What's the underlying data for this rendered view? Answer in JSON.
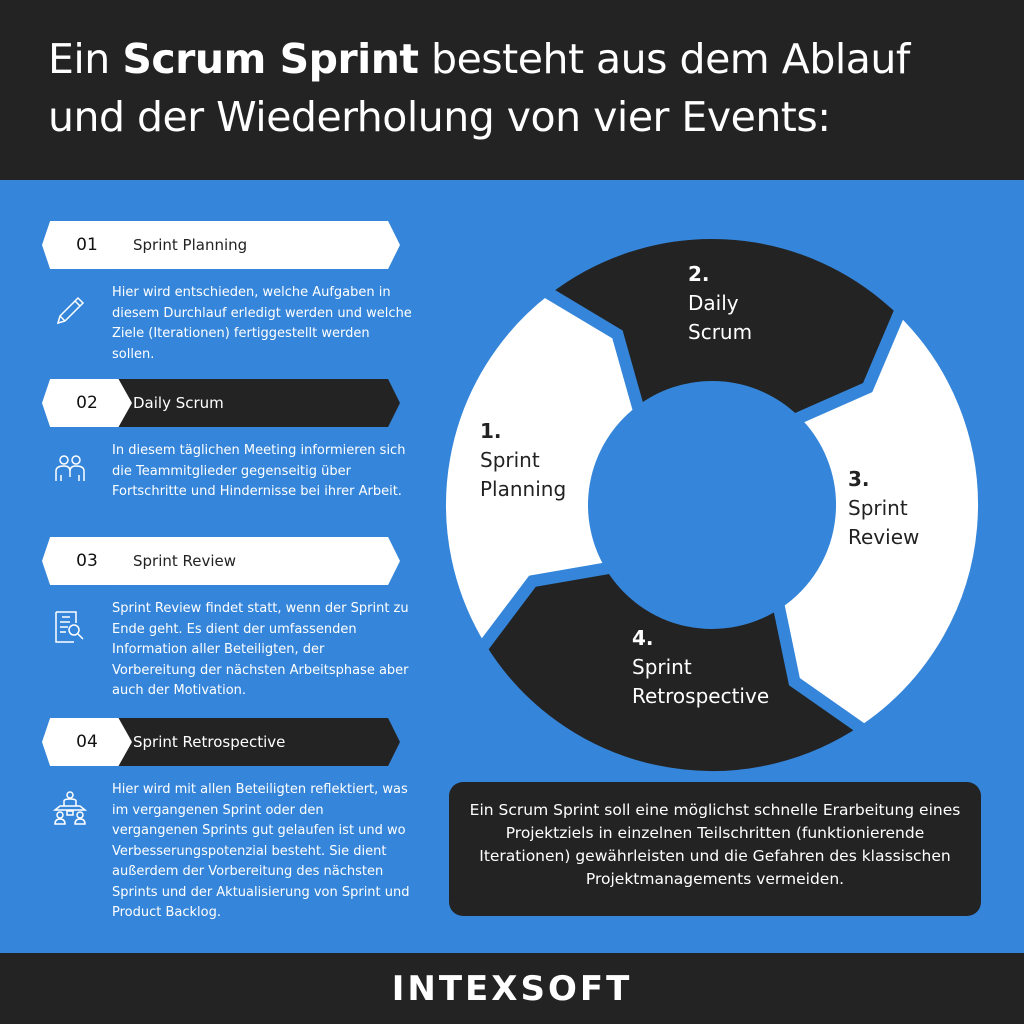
{
  "header": {
    "title_pre": "Ein ",
    "title_bold": "Scrum Sprint",
    "title_post": " besteht aus dem Ablauf",
    "title_line2": "und der Wiederholung von vier Events:"
  },
  "steps": [
    {
      "number": "01",
      "title": "Sprint Planning",
      "icon": "pencil-icon",
      "description": "Hier wird entschieden, welche Aufgaben in diesem Durchlauf erledigt werden und welche Ziele (Iterationen) fertiggestellt werden sollen."
    },
    {
      "number": "02",
      "title": "Daily Scrum",
      "icon": "team-icon",
      "description": "In diesem täglichen Meeting informieren sich die Teammitglieder gegenseitig über Fortschritte und Hindernisse bei ihrer Arbeit."
    },
    {
      "number": "03",
      "title": "Sprint Review",
      "icon": "document-search-icon",
      "description": "Sprint Review findet statt, wenn der Sprint zu Ende geht. Es dient der umfassenden Information aller Beteiligten, der Vorbereitung der nächsten Arbeitsphase aber auch der Motivation."
    },
    {
      "number": "04",
      "title": "Sprint Retrospective",
      "icon": "meeting-icon",
      "description": "Hier wird mit allen Beteiligten reflektiert, was im vergangenen Sprint oder den vergangenen Sprints gut gelaufen ist und wo Verbesserungspotenzial besteht. Sie dient außerdem der Vorbereitung des nächsten Sprints und der Aktualisierung von Sprint und Product Backlog."
    }
  ],
  "cycle": [
    {
      "num": "1.",
      "line1": "Sprint",
      "line2": "Planning"
    },
    {
      "num": "2.",
      "line1": "Daily",
      "line2": "Scrum"
    },
    {
      "num": "3.",
      "line1": "Sprint",
      "line2": "Review"
    },
    {
      "num": "4.",
      "line1": "Sprint",
      "line2": "Retrospective"
    }
  ],
  "summary": "Ein Scrum Sprint soll eine möglichst schnelle Erarbeitung eines Projektziels in einzelnen Teilschritten (funktionierende Iterationen) gewährleisten und  die Gefahren des klassischen Projektmanagements vermeiden.",
  "footer": {
    "logo": "INTEXSOFT"
  },
  "colors": {
    "blue": "#3586da",
    "dark": "#232323",
    "white": "#ffffff"
  }
}
